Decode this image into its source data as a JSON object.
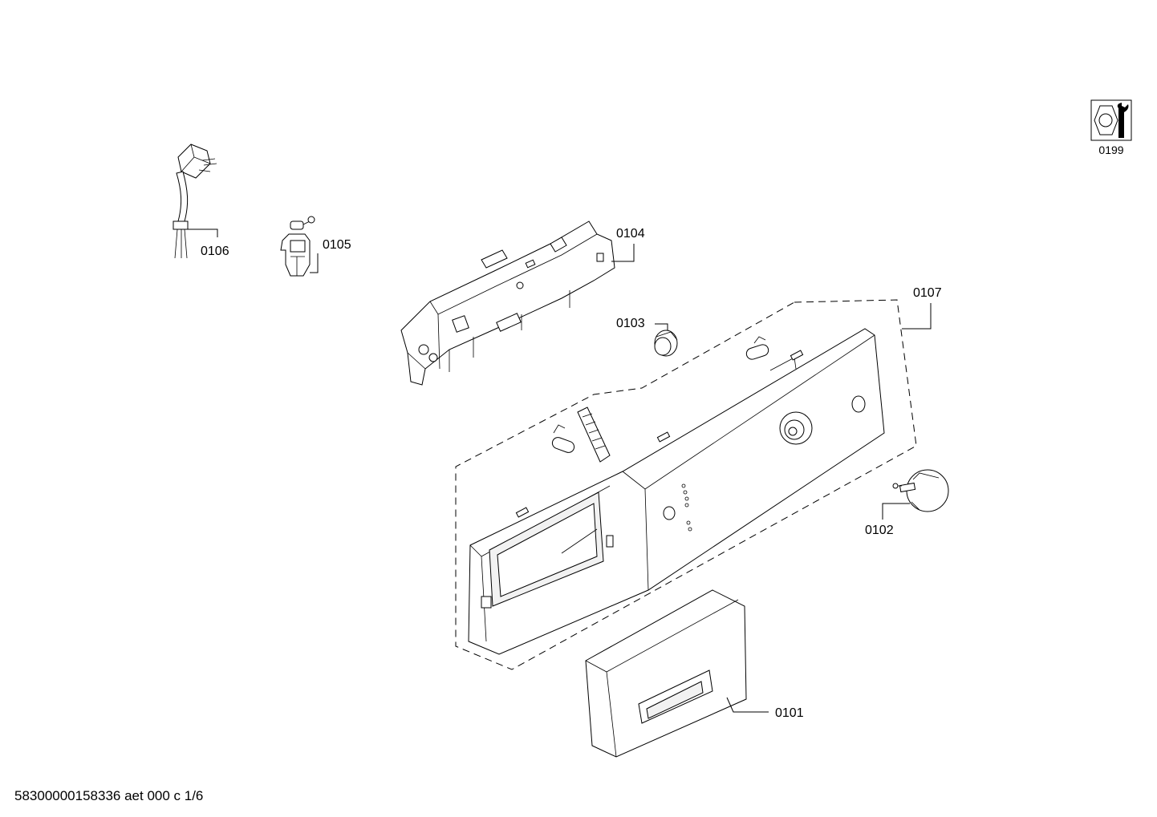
{
  "parts": {
    "p0101": "0101",
    "p0102": "0102",
    "p0103": "0103",
    "p0104": "0104",
    "p0105": "0105",
    "p0106": "0106",
    "p0107": "0107"
  },
  "service_kit": {
    "label": "0199",
    "icon": "wrench-nut-icon"
  },
  "footer": {
    "document_id": "58300000158336 aet 000 c 1/6"
  }
}
